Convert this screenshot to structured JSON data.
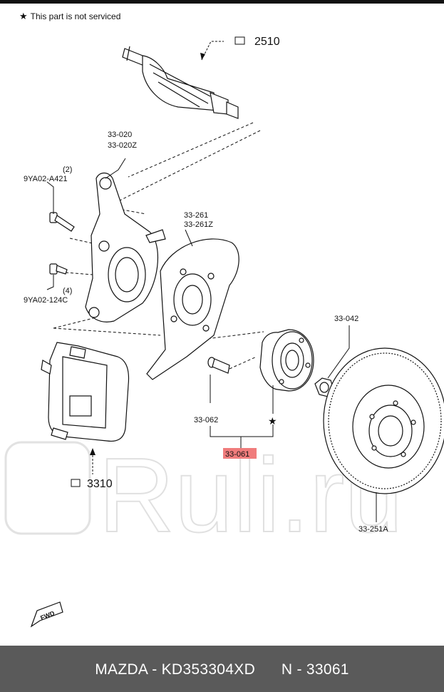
{
  "note": {
    "symbol": "★",
    "text": "This part is not serviced"
  },
  "callouts": {
    "drive_shaft": "2510",
    "knuckle_a": "33-020",
    "knuckle_b": "33-020Z",
    "bolt_upper_qty": "(2)",
    "bolt_upper": "9YA02-A421",
    "bolt_lower_qty": "(4)",
    "bolt_lower": "9YA02-124C",
    "dust_shield_a": "33-261",
    "dust_shield_b": "33-261Z",
    "nut": "33-042",
    "hub_bolt": "33-062",
    "hub_unit": "33-061",
    "caliper": "3310",
    "disc": "33-251A",
    "not_serviced_mark": "★"
  },
  "fwd_label": "FWD",
  "watermark": "Ruli.ru",
  "footer": {
    "text": "MAZDA - KD353304XD      N - 33061"
  },
  "colors": {
    "highlight": "#f07c7c",
    "footer_bg": "#5a5a5a",
    "line": "#111111"
  }
}
